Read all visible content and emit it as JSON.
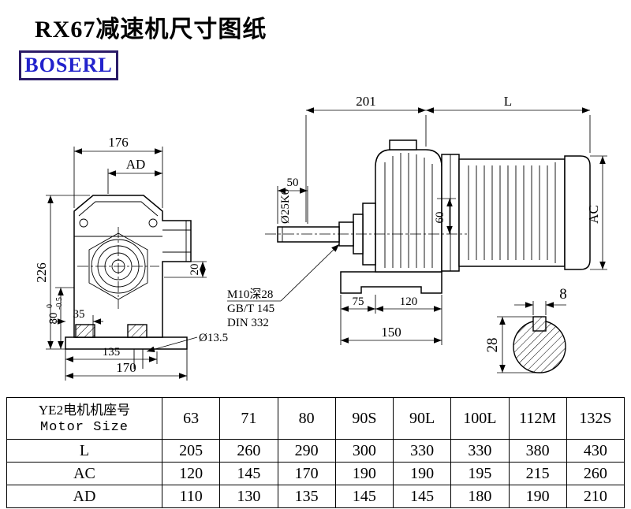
{
  "page": {
    "title": "RX67减速机尺寸图纸",
    "logo": "BOSERL"
  },
  "front_view": {
    "dim_176": "176",
    "dim_ad": "AD",
    "dim_226": "226",
    "dim_80": "80",
    "dim_80_tol_upper": "0",
    "dim_80_tol_lower": "-0.5",
    "dim_35": "35",
    "dim_135": "135",
    "dim_170": "170",
    "dim_20": "20",
    "hole_callout": "Ø13.5"
  },
  "side_view": {
    "dim_201": "201",
    "dim_l": "L",
    "dim_50": "50",
    "shaft_callout": "Ø25K6",
    "dim_60": "60",
    "dim_ac": "AC",
    "tap_callout_line1": "M10深28",
    "tap_callout_line2": "GB/T 145",
    "tap_callout_line3": "DIN 332",
    "dim_75": "75",
    "dim_120": "120",
    "dim_150": "150"
  },
  "shaft_detail": {
    "dim_8": "8",
    "dim_28": "28"
  },
  "table": {
    "header": {
      "line1": "YE2电机机座号",
      "line2": "Motor Size"
    },
    "sizes": [
      "63",
      "71",
      "80",
      "90S",
      "90L",
      "100L",
      "112M",
      "132S"
    ],
    "rows": [
      {
        "label": "L",
        "values": [
          "205",
          "260",
          "290",
          "300",
          "330",
          "330",
          "380",
          "430"
        ]
      },
      {
        "label": "AC",
        "values": [
          "120",
          "145",
          "170",
          "190",
          "190",
          "195",
          "215",
          "260"
        ]
      },
      {
        "label": "AD",
        "values": [
          "110",
          "130",
          "135",
          "145",
          "145",
          "180",
          "190",
          "210"
        ]
      }
    ]
  },
  "colors": {
    "line": "#000000",
    "logo_text": "#2222cc",
    "logo_border": "#2b1b67"
  }
}
